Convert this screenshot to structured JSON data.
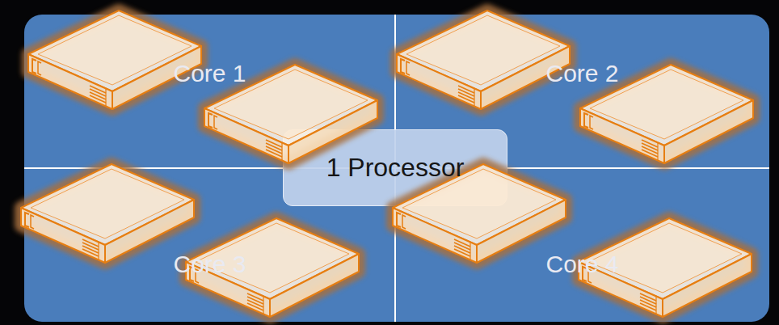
{
  "diagram": {
    "nodes": [
      {
        "text": [
          "Core 1"
        ]
      },
      {
        "text": [
          "Core 2"
        ]
      },
      {
        "text": [
          "1 Processor"
        ]
      },
      {
        "text": [
          "Core 3"
        ]
      },
      {
        "text": [
          "Core 4"
        ]
      }
    ]
  }
}
